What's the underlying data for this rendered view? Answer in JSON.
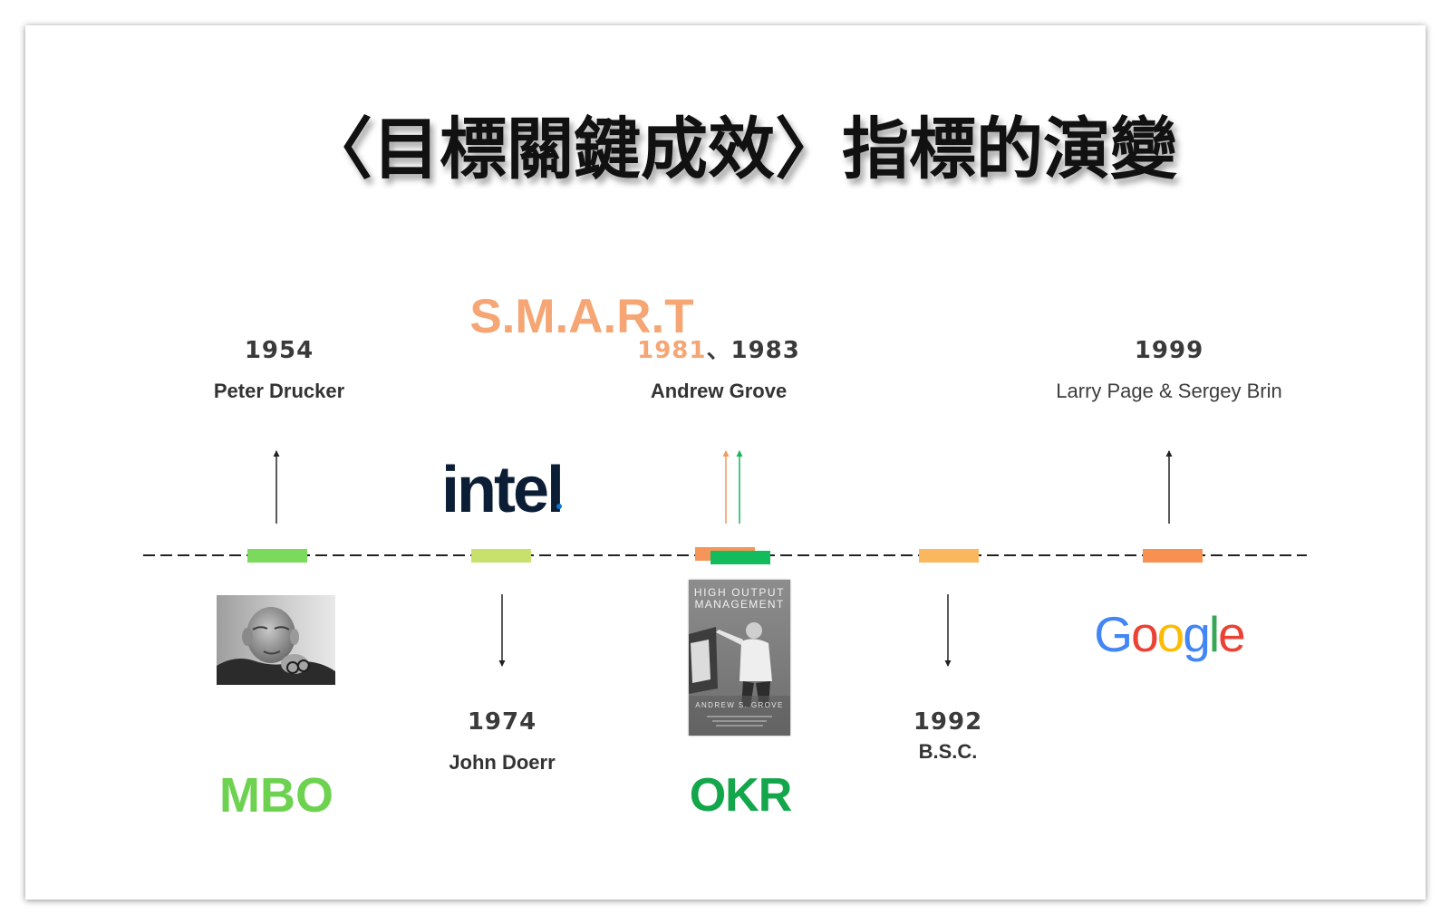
{
  "title": "〈目標關鍵成效〉指標的演變",
  "smart": {
    "label": "S.M.A.R.T",
    "color": "#f5a674"
  },
  "mbo": {
    "year": "1954",
    "person": "Peter Drucker",
    "label": "MBO",
    "label_color": "#6dd24f",
    "marker_color": "#7bd95c"
  },
  "doerr": {
    "logo": "intel",
    "year": "1974",
    "person": "John Doerr",
    "marker_color": "#c8e06c"
  },
  "okr": {
    "year_smart": "1981",
    "year_separator": "、",
    "year_okr": "1983",
    "person": "Andrew Grove",
    "label": "OKR",
    "label_color": "#14a64b",
    "marker_smart_color": "#f5955a",
    "marker_okr_color": "#12bb5c",
    "book": {
      "title_line1": "HIGH OUTPUT",
      "title_line2": "MANAGEMENT",
      "author": "ANDREW S. GROVE"
    }
  },
  "bsc": {
    "year": "1992",
    "label": "B.S.C.",
    "marker_color": "#fbb75d"
  },
  "google": {
    "year": "1999",
    "people": "Larry Page & Sergey Brin",
    "logo_letters": [
      {
        "char": "G",
        "color": "#4285F4"
      },
      {
        "char": "o",
        "color": "#EA4335"
      },
      {
        "char": "o",
        "color": "#FBBC05"
      },
      {
        "char": "g",
        "color": "#4285F4"
      },
      {
        "char": "l",
        "color": "#34A853"
      },
      {
        "char": "e",
        "color": "#EA4335"
      }
    ],
    "marker_color": "#f69152"
  }
}
